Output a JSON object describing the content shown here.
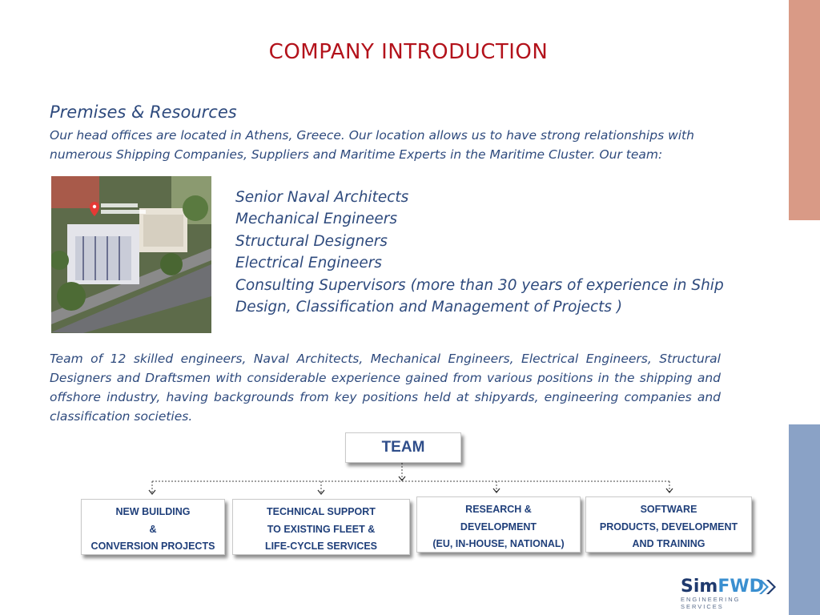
{
  "title": "COMPANY INTRODUCTION",
  "premises": {
    "heading": "Premises & Resources",
    "text": "Our head offices are located in Athens, Greece. Our location allows us to have strong relationships with numerous Shipping Companies, Suppliers and Maritime Experts in the Maritime Cluster. Our team:"
  },
  "roles": [
    "Senior Naval Architects",
    "Mechanical Engineers",
    "Structural Designers",
    "Electrical Engineers",
    "Consulting Supervisors (more than 30 years of experience in Ship",
    "Design, Classification and Management of Projects )"
  ],
  "team_description": "Team of 12 skilled engineers, Naval Architects, Mechanical Engineers, Electrical Engineers, Structural Designers and Draftsmen with considerable experience gained from various positions in the shipping and offshore industry, having backgrounds from key positions held at shipyards, engineering companies and classification societies.",
  "org_chart": {
    "root": "TEAM",
    "branches": [
      {
        "lines": [
          "NEW BUILDING",
          "&",
          "CONVERSION PROJECTS"
        ]
      },
      {
        "lines": [
          "TECHNICAL SUPPORT",
          "TO EXISTING FLEET &",
          "LIFE-CYCLE SERVICES"
        ]
      },
      {
        "lines": [
          "RESEARCH &",
          "DEVELOPMENT",
          "(EU, IN-HOUSE, NATIONAL)"
        ]
      },
      {
        "lines": [
          "SOFTWARE",
          "PRODUCTS, DEVELOPMENT",
          "AND TRAINING"
        ]
      }
    ]
  },
  "logo": {
    "name_part1": "Sim",
    "name_part2": "FWD",
    "tagline": "ENGINEERING SERVICES",
    "color_dark": "#1f3a6e",
    "color_light": "#3a8fd0"
  },
  "colors": {
    "title": "#b3121b",
    "body_text": "#2e4a7d",
    "accent_top": "#d99a86",
    "accent_bottom": "#8aa2c6"
  }
}
